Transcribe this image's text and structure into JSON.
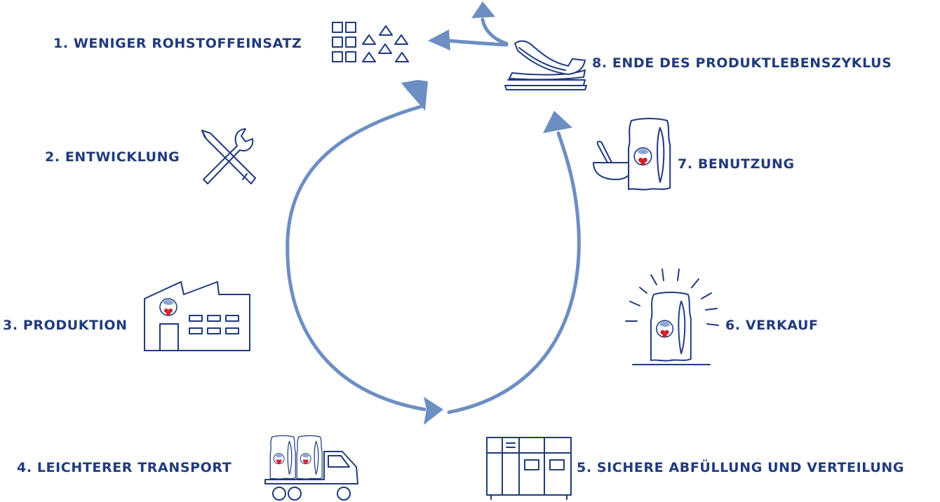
{
  "colors": {
    "ink": "#203a7c",
    "arrow": "#6c8ec2",
    "logo_red": "#d4202a"
  },
  "steps": [
    {
      "label": "1. WENIGER ROHSTOFFEINSATZ",
      "icon": "raw-materials-icon"
    },
    {
      "label": "2. ENTWICKLUNG",
      "icon": "pencil-wrench-icon"
    },
    {
      "label": "3. PRODUKTION",
      "icon": "factory-icon"
    },
    {
      "label": "4. LEICHTERER TRANSPORT",
      "icon": "truck-icon"
    },
    {
      "label": "5. SICHERE ABFÜLLUNG UND VERTEILUNG",
      "icon": "filling-machine-icon"
    },
    {
      "label": "6. VERKAUF",
      "icon": "highlighted-pouch-icon"
    },
    {
      "label": "7. BENUTZUNG",
      "icon": "pouch-and-bowl-icon"
    },
    {
      "label": "8. ENDE DES PRODUKTLEBENSZYKLUS",
      "icon": "flattened-packaging-icon"
    }
  ]
}
